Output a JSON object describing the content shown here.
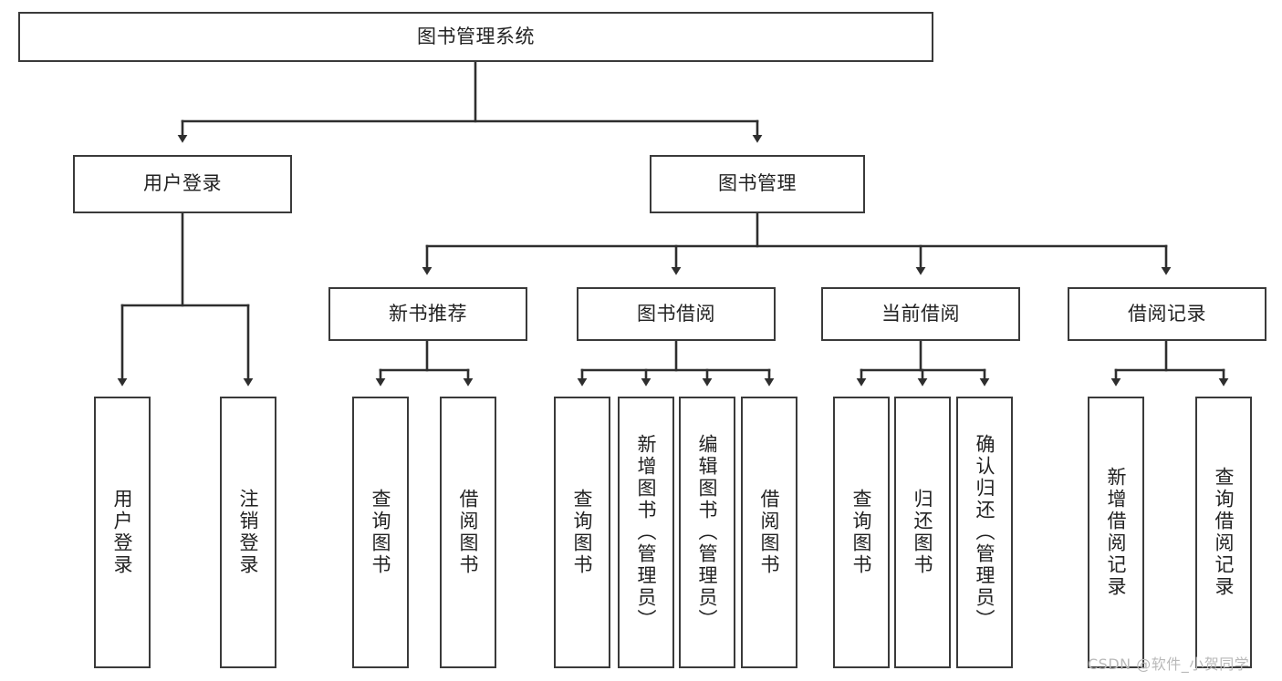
{
  "diagram": {
    "type": "tree-hierarchy",
    "title": "图书管理系统",
    "watermark": "CSDN @软件_小贺同学",
    "colors": {
      "box_border": "#3a3a3a",
      "box_fill": "#ffffff",
      "connector": "#2e2e2e",
      "text": "#222222",
      "watermark": "#b9b9b9",
      "background": "#ffffff"
    },
    "levels": {
      "root": "图书管理系统",
      "level1": [
        "用户登录",
        "图书管理"
      ],
      "level2": [
        "新书推荐",
        "图书借阅",
        "当前借阅",
        "借阅记录"
      ]
    },
    "nodes": {
      "root": {
        "label": "图书管理系统"
      },
      "user_login": {
        "label": "用户登录"
      },
      "book_manage": {
        "label": "图书管理"
      },
      "new_book_rec": {
        "label": "新书推荐"
      },
      "book_borrow": {
        "label": "图书借阅"
      },
      "current_borrow": {
        "label": "当前借阅"
      },
      "borrow_record": {
        "label": "借阅记录"
      },
      "leaf_user_login": {
        "label": "用户登录"
      },
      "leaf_logout": {
        "label": "注销登录"
      },
      "leaf_query_book_1": {
        "label": "查询图书"
      },
      "leaf_borrow_book_1": {
        "label": "借阅图书"
      },
      "leaf_query_book_2": {
        "label": "查询图书"
      },
      "leaf_add_book": {
        "label": "新增图书（管理员）"
      },
      "leaf_edit_book": {
        "label": "编辑图书（管理员）"
      },
      "leaf_borrow_book_2": {
        "label": "借阅图书"
      },
      "leaf_query_book_3": {
        "label": "查询图书"
      },
      "leaf_return_book": {
        "label": "归还图书"
      },
      "leaf_confirm_return": {
        "label": "确认归还（管理员）"
      },
      "leaf_add_record": {
        "label": "新增借阅记录"
      },
      "leaf_query_record": {
        "label": "查询借阅记录"
      }
    },
    "edges": [
      {
        "from": "root",
        "to": "user_login"
      },
      {
        "from": "root",
        "to": "book_manage"
      },
      {
        "from": "user_login",
        "to": "leaf_user_login"
      },
      {
        "from": "user_login",
        "to": "leaf_logout"
      },
      {
        "from": "book_manage",
        "to": "new_book_rec"
      },
      {
        "from": "book_manage",
        "to": "book_borrow"
      },
      {
        "from": "book_manage",
        "to": "current_borrow"
      },
      {
        "from": "book_manage",
        "to": "borrow_record"
      },
      {
        "from": "new_book_rec",
        "to": "leaf_query_book_1"
      },
      {
        "from": "new_book_rec",
        "to": "leaf_borrow_book_1"
      },
      {
        "from": "book_borrow",
        "to": "leaf_query_book_2"
      },
      {
        "from": "book_borrow",
        "to": "leaf_add_book"
      },
      {
        "from": "book_borrow",
        "to": "leaf_edit_book"
      },
      {
        "from": "book_borrow",
        "to": "leaf_borrow_book_2"
      },
      {
        "from": "current_borrow",
        "to": "leaf_query_book_3"
      },
      {
        "from": "current_borrow",
        "to": "leaf_return_book"
      },
      {
        "from": "current_borrow",
        "to": "leaf_confirm_return"
      },
      {
        "from": "borrow_record",
        "to": "leaf_add_record"
      },
      {
        "from": "borrow_record",
        "to": "leaf_query_record"
      }
    ]
  }
}
